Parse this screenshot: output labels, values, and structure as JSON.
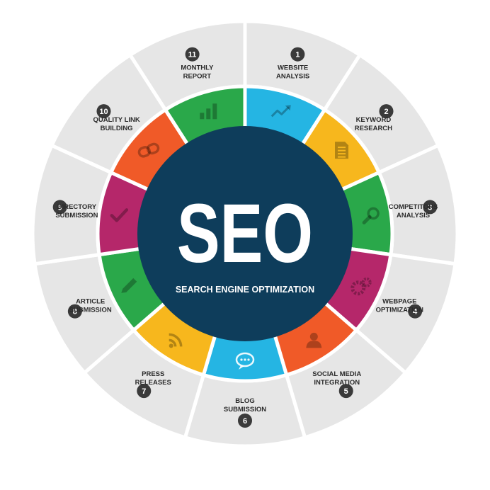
{
  "center": {
    "title": "SEO",
    "subtitle": "SEARCH ENGINE OPTIMIZATION",
    "color": "#0e3d5b"
  },
  "steps": [
    {
      "num": "1",
      "line1": "WEBSITE",
      "line2": "ANALYSIS",
      "color": "#25b5e3",
      "icon": "trend-line-icon"
    },
    {
      "num": "2",
      "line1": "KEYWORD",
      "line2": "RESEARCH",
      "color": "#f7b71d",
      "icon": "document-icon"
    },
    {
      "num": "3",
      "line1": "COMPETITORS",
      "line2": "ANALYSIS",
      "color": "#2aa84a",
      "icon": "magnifier-icon"
    },
    {
      "num": "4",
      "line1": "WEBPAGE",
      "line2": "OPTIMIZATION",
      "color": "#b5276a",
      "icon": "gears-icon"
    },
    {
      "num": "5",
      "line1": "SOCIAL MEDIA",
      "line2": "INTEGRATION",
      "color": "#f05a28",
      "icon": "person-icon"
    },
    {
      "num": "6",
      "line1": "BLOG",
      "line2": "SUBMISSION",
      "color": "#25b5e3",
      "icon": "speech-bubble-icon"
    },
    {
      "num": "7",
      "line1": "PRESS",
      "line2": "RELEASES",
      "color": "#f7b71d",
      "icon": "rss-icon"
    },
    {
      "num": "8",
      "line1": "ARTICLE",
      "line2": "SUBMISSION",
      "color": "#2aa84a",
      "icon": "pencil-icon"
    },
    {
      "num": "9",
      "line1": "DIRECTORY",
      "line2": "SUBMISSION",
      "color": "#b5276a",
      "icon": "checkmark-icon"
    },
    {
      "num": "10",
      "line1": "QUALITY LINK",
      "line2": "BUILDING",
      "color": "#f05a28",
      "icon": "chain-link-icon"
    },
    {
      "num": "11",
      "line1": "MONTHLY",
      "line2": "REPORT",
      "color": "#2aa84a",
      "icon": "bar-chart-icon"
    }
  ],
  "colors": {
    "outer_ring": "#e6e6e6",
    "badge": "#3a3a3a",
    "separator": "#ffffff"
  }
}
